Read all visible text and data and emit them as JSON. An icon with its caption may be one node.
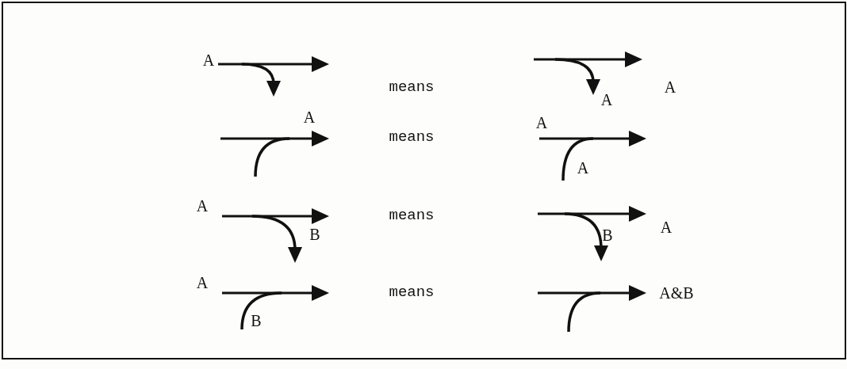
{
  "diagram": {
    "labels": [
      "A",
      "means",
      "A",
      "A",
      "A",
      "A",
      "means",
      "A",
      "A",
      "means",
      "A",
      "B",
      "B",
      "A",
      "means",
      "A&B",
      "B"
    ]
  }
}
